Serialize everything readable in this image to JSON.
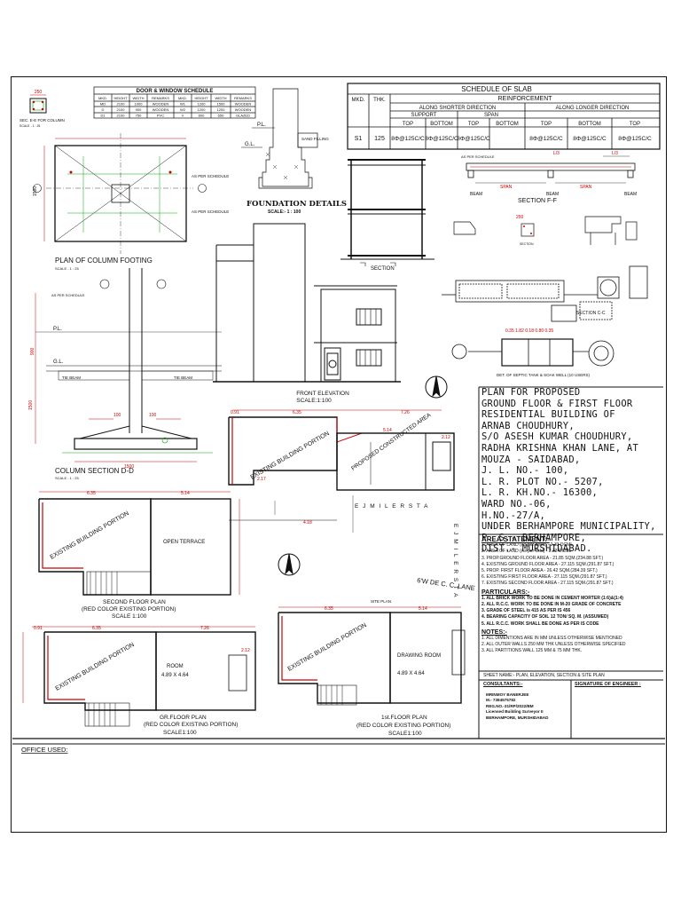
{
  "slab_schedule": {
    "title": "SCHEDULE OF SLAB",
    "mkd": "MKD.",
    "thk": "THK.",
    "reinforcement": "REINFORCEMENT",
    "shorter": "ALONG SHORTER DIRECTION",
    "longer": "ALONG LONGER DIRECTION",
    "support": "SUPPORT",
    "span": "SPAN",
    "top": "TOP",
    "bottom": "BOTTOM",
    "row": {
      "mkd": "S1",
      "thk": "125",
      "v1": "8Φ@125C/C",
      "v2": "8Φ@125C/C",
      "v3": "8Φ@125C/C",
      "v4": "8Φ@125C/C",
      "v5": "8Φ@125C/C",
      "v6": "8Φ@125C/C"
    }
  },
  "door_window": {
    "title": "DOOR & WINDOW SCHEDULE",
    "headers": [
      "MKD.",
      "HEIGHT",
      "WIDTH",
      "REMARKS",
      "MKD.",
      "HEIGHT",
      "WIDTH",
      "REMARKS"
    ],
    "rows": [
      [
        "MD",
        "2100",
        "1000",
        "WOODEN",
        "W1",
        "1200",
        "1500",
        "WOODEN"
      ],
      [
        "D",
        "2100",
        "900",
        "WOODEN",
        "W2",
        "1200",
        "1200",
        "WOODEN"
      ],
      [
        "D1",
        "2100",
        "750",
        "PVC",
        "V",
        "600",
        "650",
        "GLAZED"
      ]
    ]
  },
  "labels": {
    "sec_ee": "SEC. E-E FOR COLUMN",
    "scale_125": "SCALE - 1 : 25",
    "plan_column_footing": "PLAN OF COLUMN FOOTING",
    "as_per_schedule": "AS PER SCHEDULE",
    "foundation_details": "FOUNDATION DETAILS",
    "foundation_scale": "SCALE:- 1 : 100",
    "sand_filling": "SAND FILLING",
    "gl": "G.L.",
    "pl": "P.L.",
    "section": "SECTION",
    "section_ff": "SECTION F-F",
    "section_cc": "SECTION C-C",
    "front_elevation": "FRONT ELEVATION",
    "scale_1_100": "SCALE:1:100",
    "column_section": "COLUMN SECTION D-D",
    "tie_beam": "TIE BEAM",
    "septic": "DET. OF SEPTIC TANK & SOAK WELL (10 USERS)",
    "existing": "EXISTING BUILDING PORTION",
    "proposed": "PROPOSED CONSTRUCTED AREA",
    "road1": "E J M I L E   R S T A",
    "road2": "6'W DE C. C. LANE",
    "open_terrace": "OPEN TERRACE",
    "room": "ROOM",
    "room_size": "4.89 X 4.64",
    "drawing_room": "DRAWING ROOM",
    "second_floor": "SECOND FLOOR PLAN",
    "red_color": "(RED COLOR EXISTING PORTION)",
    "scale_1100": "SCALE 1:100",
    "gr_floor": "GR.FLOOR PLAN",
    "first_floor": "1st.FLOOR PLAN",
    "scale1100": "SCALE1:100",
    "site_plan": "SITE PLAN",
    "office_used": "OFFICE USED:",
    "beam": "BEAM",
    "span": "SPAN",
    "l3": "L/3"
  },
  "dims": {
    "d091": "0.91",
    "d635": "6.35",
    "d726": "7.26",
    "d514": "5.14",
    "d212": "2.12",
    "d217": "2.17",
    "d418": "4.18",
    "d1500": "1500",
    "d100": "100",
    "d900": "900",
    "d250": "250",
    "d150": "150",
    "d125": "125"
  },
  "title_block": {
    "lines": [
      "PLAN FOR PROPOSED",
      "GROUND FLOOR & FIRST FLOOR",
      "RESIDENTIAL BUILDING OF",
      "ARNAB CHOUDHURY,",
      "S/O ASESH KUMAR CHOUDHURY,",
      "RADHA KRISHNA KHAN LANE, AT",
      "MOUZA - SAIDABAD,",
      "J. L. NO.- 100,",
      "L. R. PLOT NO.- 5207,",
      "L. R. KH.NO.- 16300,",
      "WARD NO.-06,",
      "H.NO.-27/A,",
      "UNDER BERHAMPORE MUNICIPALITY,",
      "P. S.- BERHAMPORE,",
      "DIST.- MURSHIDABAD."
    ]
  },
  "area_statement": {
    "title": "AREA STATEMENT:-",
    "items": [
      "1.  AREA OF LAND (As per deed)  -  2.33 DCML",
      "2.  AREA OF LAND (As per field)  -  2.33 DCML",
      "3. PROP.GROUND FLOOR AREA  -  21.85  SQM.(234.88 SFT.)",
      "4. EXISTING GROUND FLOOR AREA - 27.115  SQM.(291.87 SFT.)",
      "5. PROP. FIRST FLOOR AREA  -  26.42  SQM.(284.39 SFT.)",
      "6. EXISTING FIRST FLOOR AREA - 27.115  SQM.(291.87 SFT.)",
      "7. EXISTING SECOND FLOOR AREA - 27.115  SQM.(291.87 SFT.)"
    ],
    "particulars_title": "PARTICULARS:-",
    "particulars": [
      "1. ALL BRICK WORK TO BE DONE IN CEMENT MORTER (1:6)&(1:4)",
      "2. ALL R.C.C. WORK TO BE DONE IN M-20 GRADE OF CONCRETE",
      "3. GRADE OF STEEL is 415 AS PER IS 456",
      "4. BEARING CAPACITY OF SOIL 12 TON/ SQ. M. (ASSUMED)",
      "5. ALL R.C.C. WORK SHALL BE DONE AS PER IS CODE"
    ],
    "notes_title": "NOTES:-",
    "notes": [
      "1. ALL DIMENTIONS ARE IN MM UNLESS OTHERWISE MENTIONED",
      "2. ALL OUTER WALLS 250 MM THK UNLESS OTHERWISE SPECIFIED",
      "3. ALL PARTITIONS WALL 125 MM & 75 MM THK."
    ],
    "sheet_name": "SHEET NAME:- PLAN, ELEVATION, SECTION & SITE PLAN",
    "consultants": "CONSULTANTS:-",
    "signature": "SIGNATURE OF ENGINEER :",
    "engineer": [
      "MRINMOY BANERJEE",
      "M.- 7384575782",
      "REG.NO.-31/RP/2022/BM",
      "Licensed Building Surveyor II",
      "BERHAMPORE, MURSHIDABAD"
    ]
  }
}
